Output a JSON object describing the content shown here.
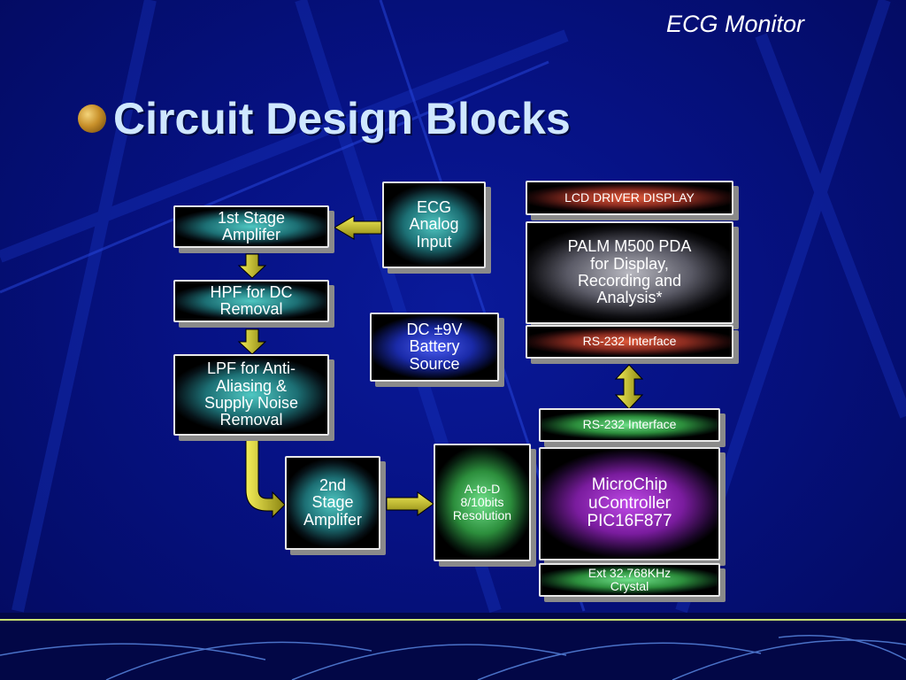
{
  "header": {
    "text": "ECG Monitor"
  },
  "title": {
    "text": "Circuit Design Blocks"
  },
  "blocks": {
    "stage1": "1st Stage\nAmplifer",
    "hpf": "HPF for DC\nRemoval",
    "lpf": "LPF for Anti-\nAliasing &\nSupply Noise\nRemoval",
    "stage2": "2nd\nStage\nAmplifer",
    "ecg": "ECG\nAnalog\nInput",
    "battery": "DC ±9V\nBattery\nSource",
    "adc": "A-to-D\n8/10bits\nResolution",
    "lcd": "LCD DRIVER DISPLAY",
    "palm": "PALM M500 PDA\nfor Display,\nRecording and\nAnalysis*",
    "rs232_top": "RS-232 Interface",
    "rs232_bottom": "RS-232 Interface",
    "mcu": "MicroChip\nuController\nPIC16F877",
    "crystal": "Ext 32.768KHz\nCrystal"
  },
  "colors": {
    "background": "#061285",
    "title": "#cfe7ff",
    "arrow": "#d8d020",
    "border": "#e8e8e8"
  }
}
